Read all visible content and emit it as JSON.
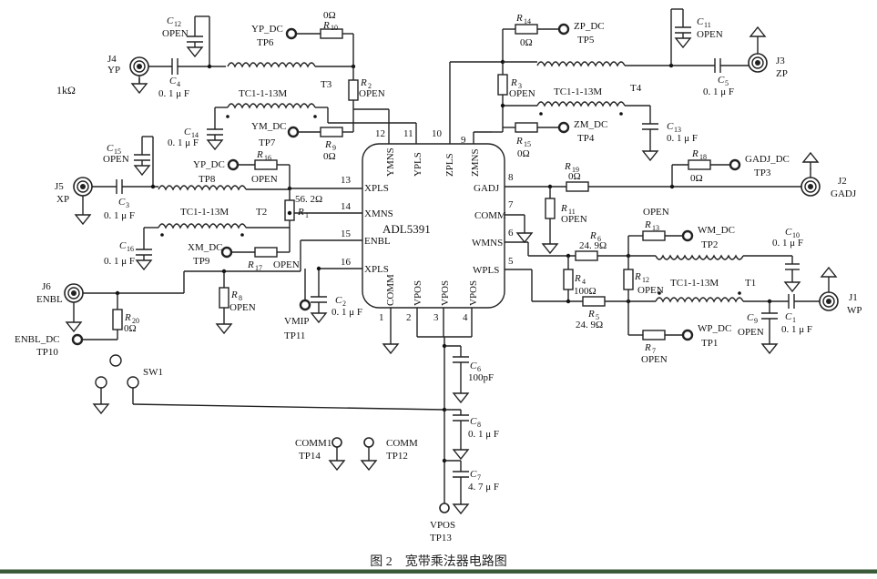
{
  "caption": "图 2　宽带乘法器电路图",
  "ic": {
    "name": "ADL5391",
    "top_pins": [
      {
        "num": "12",
        "label": "YMNS"
      },
      {
        "num": "11",
        "label": "YPLS"
      },
      {
        "num": "10",
        "label": "ZPLS"
      },
      {
        "num": "9",
        "label": "ZMNS"
      }
    ],
    "left_pins": [
      {
        "num": "13",
        "label": "XPLS"
      },
      {
        "num": "14",
        "label": "XMNS"
      },
      {
        "num": "15",
        "label": "ENBL"
      },
      {
        "num": "16",
        "label": "XPLS"
      }
    ],
    "right_pins": [
      {
        "num": "8",
        "label": "GADJ"
      },
      {
        "num": "7",
        "label": "COMM"
      },
      {
        "num": "6",
        "label": "WMNS"
      },
      {
        "num": "5",
        "label": "WPLS"
      }
    ],
    "bottom_pins": [
      {
        "num": "1",
        "label": "COMM"
      },
      {
        "num": "2",
        "label": "VPOS"
      },
      {
        "num": "3",
        "label": "VPOS"
      },
      {
        "num": "4",
        "label": "VPOS"
      }
    ]
  },
  "labels": {
    "c12": "C",
    "c12_sub": "12",
    "c12_val": "OPEN",
    "yp_dc_top": "YP_DC",
    "tp6": "TP6",
    "r10_val": "0Ω",
    "r10": "R",
    "r10_sub": "10",
    "j4": "J4",
    "yp": "YP",
    "c4": "C",
    "c4_sub": "4",
    "c4_val": "0. 1 μ F",
    "one_k": "1kΩ",
    "t3": "T3",
    "tc_t3": "TC1-1-13M",
    "r2": "R",
    "r2_sub": "2",
    "r2_val": "OPEN",
    "c14": "C",
    "c14_sub": "14",
    "c14_val": "0. 1 μ F",
    "ym_dc": "YM_DC",
    "tp7": "TP7",
    "r9": "R",
    "r9_sub": "9",
    "r9_val": "0Ω",
    "c15": "C",
    "c15_sub": "15",
    "c15_val": "OPEN",
    "yp_dc_mid": "YP_DC",
    "tp8": "TP8",
    "r16": "R",
    "r16_sub": "16",
    "r16_val": "OPEN",
    "j5": "J5",
    "xp": "XP",
    "c3": "C",
    "c3_sub": "3",
    "c3_val": "0. 1 μ F",
    "r1_val": "56. 2Ω",
    "r1": "R",
    "r1_sub": "1",
    "tc_t2": "TC1-1-13M",
    "t2": "T2",
    "c16": "C",
    "c16_sub": "16",
    "c16_val": "0. 1 μ F",
    "xm_dc": "XM_DC",
    "tp9": "TP9",
    "r17": "R",
    "r17_sub": "17",
    "r17_val": "OPEN",
    "r8": "R",
    "r8_sub": "8",
    "r8_val": "OPEN",
    "j6": "J6",
    "enbl": "ENBL",
    "r20": "R",
    "r20_sub": "20",
    "r20_val": "0Ω",
    "enbl_dc": "ENBL_DC",
    "tp10": "TP10",
    "sw1": "SW1",
    "vmip": "VMIP",
    "tp11": "TP11",
    "c2": "C",
    "c2_sub": "2",
    "c2_val": "0. 1 μ F",
    "r14": "R",
    "r14_sub": "14",
    "r14_val": "0Ω",
    "zp_dc": "ZP_DC",
    "tp5": "TP5",
    "c11": "C",
    "c11_sub": "11",
    "c11_val": "OPEN",
    "j3": "J3",
    "zp": "ZP",
    "c5": "C",
    "c5_sub": "5",
    "c5_val": "0. 1 μ F",
    "r3": "R",
    "r3_sub": "3",
    "r3_val": "OPEN",
    "tc_t4": "TC1-1-13M",
    "t4": "T4",
    "zm_dc": "ZM_DC",
    "tp4": "TP4",
    "r15": "R",
    "r15_sub": "15",
    "r15_val": "0Ω",
    "c13": "C",
    "c13_sub": "13",
    "c13_val": "0. 1 μ F",
    "r18": "R",
    "r18_sub": "18",
    "r18_val": "0Ω",
    "gadj_dc": "GADJ_DC",
    "tp3": "TP3",
    "j2": "J2",
    "gadj": "GADJ",
    "r19": "R",
    "r19_sub": "19",
    "r19_val": "0Ω",
    "r11": "R",
    "r11_sub": "11",
    "r11_val": "OPEN",
    "r13_val": "OPEN",
    "r13": "R",
    "r13_sub": "13",
    "wm_dc": "WM_DC",
    "tp2": "TP2",
    "c10": "C",
    "c10_sub": "10",
    "c10_val": "0. 1 μ F",
    "r6": "R",
    "r6_sub": "6",
    "r6_val": "24. 9Ω",
    "r4": "R",
    "r4_sub": "4",
    "r4_val": "100Ω",
    "r12": "R",
    "r12_sub": "12",
    "r12_val": "OPEN",
    "tc_t1": "TC1-1-13M",
    "t1": "T1",
    "j1": "J1",
    "wp": "WP",
    "r5": "R",
    "r5_sub": "5",
    "r5_val": "24. 9Ω",
    "wp_dc": "WP_DC",
    "tp1": "TP1",
    "c9": "C",
    "c9_sub": "9",
    "c9_val": "OPEN",
    "c1": "C",
    "c1_sub": "1",
    "c1_val": "0. 1 μ F",
    "r7": "R",
    "r7_sub": "7",
    "r7_val": "OPEN",
    "c6": "C",
    "c6_sub": "6",
    "c6_val": "100pF",
    "c8": "C",
    "c8_sub": "8",
    "c8_val": "0. 1 μ F",
    "c7": "C",
    "c7_sub": "7",
    "c7_val": "4. 7 μ F",
    "comm1": "COMM1",
    "tp14": "TP14",
    "comm": "COMM",
    "tp12": "TP12",
    "vpos": "VPOS",
    "tp13": "TP13"
  }
}
